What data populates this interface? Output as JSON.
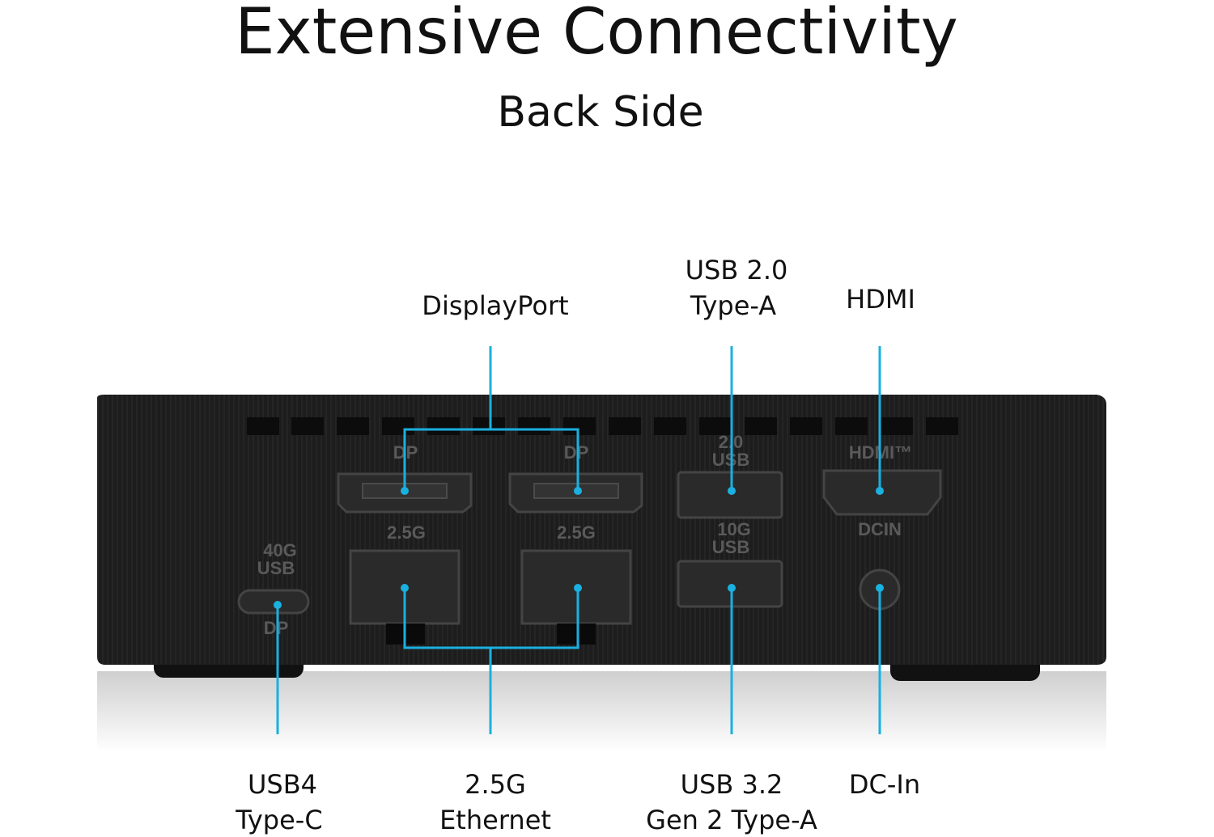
{
  "title": "Extensive Connectivity",
  "subtitle": "Back Side",
  "accent_color": "#1ab0e0",
  "device_color": "#1e1e1e",
  "callouts": {
    "displayport": "DisplayPort",
    "usb20": [
      "USB 2.0",
      "Type-A"
    ],
    "hdmi": "HDMI",
    "usb4": [
      "USB4",
      "Type-C"
    ],
    "ethernet": [
      "2.5G",
      "Ethernet"
    ],
    "usb32": [
      "USB 3.2",
      "Gen 2 Type-A"
    ],
    "dcin": "DC-In"
  },
  "port_markings": {
    "dp1": "DP",
    "dp2": "DP",
    "usb20": [
      "2.0",
      "USB"
    ],
    "hdmi": "HDMI™",
    "eth1": "2.5G",
    "eth2": "2.5G",
    "usb10g": [
      "10G",
      "USB"
    ],
    "dcin": "DCIN",
    "usb4": [
      "40G",
      "USB"
    ],
    "usb4_dp": "DP"
  }
}
